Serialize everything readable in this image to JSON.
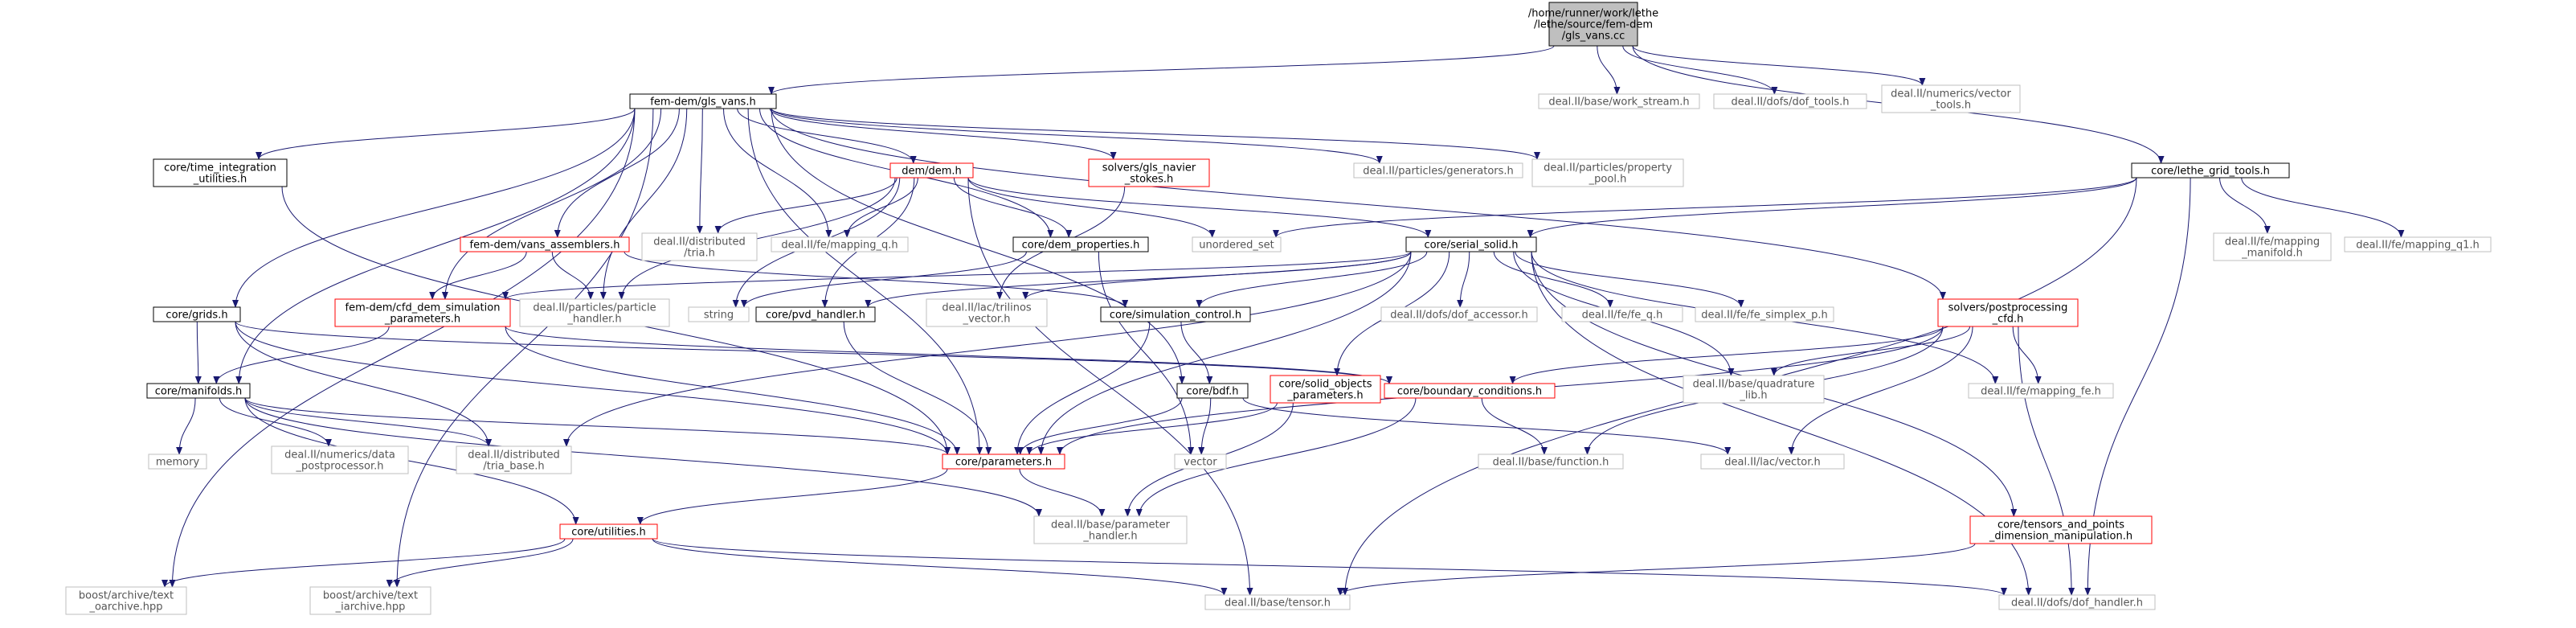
{
  "diagram": {
    "nodes": {
      "root": {
        "lines": [
          "/home/runner/work/lethe",
          "/lethe/source/fem-dem",
          "/gls_vans.cc"
        ],
        "kind": "root"
      },
      "gls_vans_h": {
        "lines": [
          "fem-dem/gls_vans.h"
        ],
        "kind": "documented"
      },
      "work_stream": {
        "lines": [
          "deal.II/base/work_stream.h"
        ],
        "kind": "external"
      },
      "dof_tools": {
        "lines": [
          "deal.II/dofs/dof_tools.h"
        ],
        "kind": "external"
      },
      "vector_tools": {
        "lines": [
          "deal.II/numerics/vector",
          "_tools.h"
        ],
        "kind": "external"
      },
      "lethe_grid_tools": {
        "lines": [
          "core/lethe_grid_tools.h"
        ],
        "kind": "documented"
      },
      "time_integration": {
        "lines": [
          "core/time_integration",
          "_utilities.h"
        ],
        "kind": "documented"
      },
      "dem_h": {
        "lines": [
          "dem/dem.h"
        ],
        "kind": "incomplete"
      },
      "gls_navier": {
        "lines": [
          "solvers/gls_navier",
          "_stokes.h"
        ],
        "kind": "incomplete"
      },
      "generators": {
        "lines": [
          "deal.II/particles/generators.h"
        ],
        "kind": "external"
      },
      "property_pool": {
        "lines": [
          "deal.II/particles/property",
          "_pool.h"
        ],
        "kind": "external"
      },
      "dist_tria": {
        "lines": [
          "deal.II/distributed",
          "/tria.h"
        ],
        "kind": "external"
      },
      "mapping_q": {
        "lines": [
          "deal.II/fe/mapping_q.h"
        ],
        "kind": "external"
      },
      "dem_properties": {
        "lines": [
          "core/dem_properties.h"
        ],
        "kind": "documented"
      },
      "unordered_set": {
        "lines": [
          "unordered_set"
        ],
        "kind": "external"
      },
      "serial_solid": {
        "lines": [
          "core/serial_solid.h"
        ],
        "kind": "documented"
      },
      "mapping_manifold": {
        "lines": [
          "deal.II/fe/mapping",
          "_manifold.h"
        ],
        "kind": "external"
      },
      "mapping_q1": {
        "lines": [
          "deal.II/fe/mapping_q1.h"
        ],
        "kind": "external"
      },
      "vans_assemblers": {
        "lines": [
          "fem-dem/vans_assemblers.h"
        ],
        "kind": "incomplete"
      },
      "particle_handler": {
        "lines": [
          "deal.II/particles/particle",
          "_handler.h"
        ],
        "kind": "external"
      },
      "grids_h": {
        "lines": [
          "core/grids.h"
        ],
        "kind": "documented"
      },
      "cfd_dem_sim": {
        "lines": [
          "fem-dem/cfd_dem_simulation",
          "_parameters.h"
        ],
        "kind": "incomplete"
      },
      "string_h": {
        "lines": [
          "string"
        ],
        "kind": "external"
      },
      "pvd_handler": {
        "lines": [
          "core/pvd_handler.h"
        ],
        "kind": "documented"
      },
      "trilinos_vector": {
        "lines": [
          "deal.II/lac/trilinos",
          "_vector.h"
        ],
        "kind": "external"
      },
      "simulation_control": {
        "lines": [
          "core/simulation_control.h"
        ],
        "kind": "documented"
      },
      "dof_accessor": {
        "lines": [
          "deal.II/dofs/dof_accessor.h"
        ],
        "kind": "external"
      },
      "fe_q": {
        "lines": [
          "deal.II/fe/fe_q.h"
        ],
        "kind": "external"
      },
      "fe_simplex_p": {
        "lines": [
          "deal.II/fe/fe_simplex_p.h"
        ],
        "kind": "external"
      },
      "postprocessing_cfd": {
        "lines": [
          "solvers/postprocessing",
          "_cfd.h"
        ],
        "kind": "incomplete"
      },
      "manifolds_h": {
        "lines": [
          "core/manifolds.h"
        ],
        "kind": "documented"
      },
      "bdf_h": {
        "lines": [
          "core/bdf.h"
        ],
        "kind": "documented"
      },
      "solid_objects": {
        "lines": [
          "core/solid_objects",
          "_parameters.h"
        ],
        "kind": "incomplete"
      },
      "boundary_conditions": {
        "lines": [
          "core/boundary_conditions.h"
        ],
        "kind": "incomplete"
      },
      "quadrature_lib": {
        "lines": [
          "deal.II/base/quadrature",
          "_lib.h"
        ],
        "kind": "external"
      },
      "mapping_fe": {
        "lines": [
          "deal.II/fe/mapping_fe.h"
        ],
        "kind": "external"
      },
      "memory_h": {
        "lines": [
          "memory"
        ],
        "kind": "external"
      },
      "data_postprocessor": {
        "lines": [
          "deal.II/numerics/data",
          "_postprocessor.h"
        ],
        "kind": "external"
      },
      "tria_base": {
        "lines": [
          "deal.II/distributed",
          "/tria_base.h"
        ],
        "kind": "external"
      },
      "parameters_h": {
        "lines": [
          "core/parameters.h"
        ],
        "kind": "incomplete"
      },
      "vector_h": {
        "lines": [
          "vector"
        ],
        "kind": "external"
      },
      "base_function": {
        "lines": [
          "deal.II/base/function.h"
        ],
        "kind": "external"
      },
      "lac_vector": {
        "lines": [
          "deal.II/lac/vector.h"
        ],
        "kind": "external"
      },
      "parameter_handler": {
        "lines": [
          "deal.II/base/parameter",
          "_handler.h"
        ],
        "kind": "external"
      },
      "utilities_h": {
        "lines": [
          "core/utilities.h"
        ],
        "kind": "incomplete"
      },
      "tensors_points": {
        "lines": [
          "core/tensors_and_points",
          "_dimension_manipulation.h"
        ],
        "kind": "incomplete"
      },
      "text_oarchive": {
        "lines": [
          "boost/archive/text",
          "_oarchive.hpp"
        ],
        "kind": "external"
      },
      "text_iarchive": {
        "lines": [
          "boost/archive/text",
          "_iarchive.hpp"
        ],
        "kind": "external"
      },
      "tensor_h": {
        "lines": [
          "deal.II/base/tensor.h"
        ],
        "kind": "external"
      },
      "dof_handler": {
        "lines": [
          "deal.II/dofs/dof_handler.h"
        ],
        "kind": "external"
      }
    },
    "edges": [
      [
        "root",
        "gls_vans_h"
      ],
      [
        "root",
        "work_stream"
      ],
      [
        "root",
        "dof_tools"
      ],
      [
        "root",
        "vector_tools"
      ],
      [
        "root",
        "lethe_grid_tools"
      ],
      [
        "gls_vans_h",
        "time_integration"
      ],
      [
        "gls_vans_h",
        "dem_h"
      ],
      [
        "gls_vans_h",
        "gls_navier"
      ],
      [
        "gls_vans_h",
        "generators"
      ],
      [
        "gls_vans_h",
        "property_pool"
      ],
      [
        "gls_vans_h",
        "dist_tria"
      ],
      [
        "gls_vans_h",
        "mapping_q"
      ],
      [
        "gls_vans_h",
        "dem_properties"
      ],
      [
        "gls_vans_h",
        "vans_assemblers"
      ],
      [
        "gls_vans_h",
        "particle_handler"
      ],
      [
        "gls_vans_h",
        "grids_h"
      ],
      [
        "gls_vans_h",
        "cfd_dem_sim"
      ],
      [
        "gls_vans_h",
        "manifolds_h"
      ],
      [
        "gls_vans_h",
        "bdf_h"
      ],
      [
        "gls_vans_h",
        "parameters_h"
      ],
      [
        "gls_vans_h",
        "postprocessing_cfd"
      ],
      [
        "gls_vans_h",
        "text_oarchive"
      ],
      [
        "gls_vans_h",
        "text_iarchive"
      ],
      [
        "lethe_grid_tools",
        "serial_solid"
      ],
      [
        "lethe_grid_tools",
        "unordered_set"
      ],
      [
        "lethe_grid_tools",
        "mapping_manifold"
      ],
      [
        "lethe_grid_tools",
        "mapping_q1"
      ],
      [
        "lethe_grid_tools",
        "tensor_h"
      ],
      [
        "lethe_grid_tools",
        "dof_handler"
      ],
      [
        "time_integration",
        "parameters_h"
      ],
      [
        "dem_h",
        "dist_tria"
      ],
      [
        "dem_h",
        "mapping_q"
      ],
      [
        "dem_h",
        "dem_properties"
      ],
      [
        "dem_h",
        "unordered_set"
      ],
      [
        "dem_h",
        "serial_solid"
      ],
      [
        "dem_h",
        "particle_handler"
      ],
      [
        "dem_h",
        "string_h"
      ],
      [
        "dem_h",
        "pvd_handler"
      ],
      [
        "dem_h",
        "tensor_h"
      ],
      [
        "gls_navier",
        "trilinos_vector"
      ],
      [
        "dem_properties",
        "string_h"
      ],
      [
        "dem_properties",
        "vector_h"
      ],
      [
        "serial_solid",
        "pvd_handler"
      ],
      [
        "serial_solid",
        "trilinos_vector"
      ],
      [
        "serial_solid",
        "simulation_control"
      ],
      [
        "serial_solid",
        "dof_accessor"
      ],
      [
        "serial_solid",
        "fe_q"
      ],
      [
        "serial_solid",
        "fe_simplex_p"
      ],
      [
        "serial_solid",
        "solid_objects"
      ],
      [
        "serial_solid",
        "quadrature_lib"
      ],
      [
        "serial_solid",
        "mapping_fe"
      ],
      [
        "serial_solid",
        "tensors_points"
      ],
      [
        "serial_solid",
        "dof_handler"
      ],
      [
        "serial_solid",
        "parameters_h"
      ],
      [
        "serial_solid",
        "tria_base"
      ],
      [
        "serial_solid",
        "cfd_dem_sim"
      ],
      [
        "vans_assemblers",
        "cfd_dem_sim"
      ],
      [
        "vans_assemblers",
        "particle_handler"
      ],
      [
        "vans_assemblers",
        "simulation_control"
      ],
      [
        "grids_h",
        "manifolds_h"
      ],
      [
        "grids_h",
        "tria_base"
      ],
      [
        "grids_h",
        "parameters_h"
      ],
      [
        "grids_h",
        "boundary_conditions"
      ],
      [
        "cfd_dem_sim",
        "manifolds_h"
      ],
      [
        "cfd_dem_sim",
        "parameters_h"
      ],
      [
        "cfd_dem_sim",
        "boundary_conditions"
      ],
      [
        "pvd_handler",
        "parameters_h"
      ],
      [
        "simulation_control",
        "bdf_h"
      ],
      [
        "simulation_control",
        "parameters_h"
      ],
      [
        "postprocessing_cfd",
        "boundary_conditions"
      ],
      [
        "postprocessing_cfd",
        "quadrature_lib"
      ],
      [
        "postprocessing_cfd",
        "mapping_fe"
      ],
      [
        "postprocessing_cfd",
        "base_function"
      ],
      [
        "postprocessing_cfd",
        "lac_vector"
      ],
      [
        "postprocessing_cfd",
        "parameters_h"
      ],
      [
        "postprocessing_cfd",
        "dof_handler"
      ],
      [
        "manifolds_h",
        "memory_h"
      ],
      [
        "manifolds_h",
        "data_postprocessor"
      ],
      [
        "manifolds_h",
        "tria_base"
      ],
      [
        "manifolds_h",
        "parameters_h"
      ],
      [
        "manifolds_h",
        "utilities_h"
      ],
      [
        "manifolds_h",
        "parameter_handler"
      ],
      [
        "bdf_h",
        "parameters_h"
      ],
      [
        "bdf_h",
        "vector_h"
      ],
      [
        "bdf_h",
        "lac_vector"
      ],
      [
        "solid_objects",
        "parameters_h"
      ],
      [
        "solid_objects",
        "parameter_handler"
      ],
      [
        "boundary_conditions",
        "base_function"
      ],
      [
        "boundary_conditions",
        "parameter_handler"
      ],
      [
        "parameters_h",
        "utilities_h"
      ],
      [
        "parameters_h",
        "parameter_handler"
      ],
      [
        "utilities_h",
        "text_oarchive"
      ],
      [
        "utilities_h",
        "text_iarchive"
      ],
      [
        "utilities_h",
        "tensor_h"
      ],
      [
        "utilities_h",
        "dof_handler"
      ],
      [
        "tensors_points",
        "tensor_h"
      ]
    ],
    "colors": {
      "edge": "#191970",
      "root_fill": "#bfbfbf",
      "documented_border": "#000000",
      "incomplete_border": "#ff0000",
      "external_border": "#bfbfbf",
      "external_text": "#555555",
      "text": "#000000"
    }
  }
}
